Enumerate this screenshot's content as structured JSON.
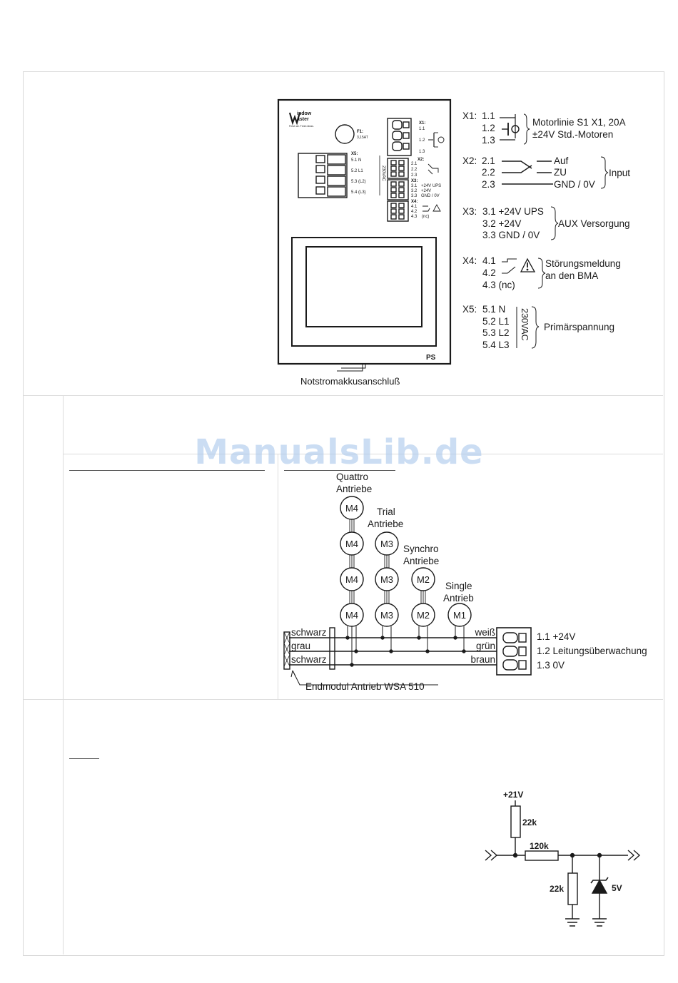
{
  "watermark": "ManualsLib.de",
  "device": {
    "logo_line1": "indow",
    "logo_line2": "aster",
    "logo_tag": "Fresh air. Fresh ideas.",
    "fuse_label": "F1:",
    "fuse_value": "3,15AT",
    "x5_label": "X5:",
    "x5_pins": [
      "5.1 N",
      "5.2 L1",
      "5.3 (L2)",
      "5.4 (L3)"
    ],
    "x5_vac": "230VAC",
    "x1_label": "X1:",
    "x1_pins": [
      "1.1",
      "1.2",
      "1.3"
    ],
    "x2_label": "X2:",
    "x2_pins": [
      "2.1",
      "2.2",
      "2.3"
    ],
    "x3_label": "X3:",
    "x3_pins": [
      "3.1",
      "3.2",
      "3.3"
    ],
    "x3_texts": [
      "+24V UPS",
      "+24V",
      "GND / 0V"
    ],
    "x4_label": "X4:",
    "x4_pins": [
      "4.1",
      "4.2",
      "4.3"
    ],
    "x4_nc": "(nc)",
    "ps": "PS",
    "battery": "Notstromakkusanschluß"
  },
  "legend": {
    "x1": {
      "label": "X1:",
      "pins": [
        "1.1",
        "1.2",
        "1.3"
      ],
      "desc1": "Motorlinie S1 X1, 20A",
      "desc2": "±24V Std.-Motoren"
    },
    "x2": {
      "label": "X2:",
      "pins": [
        "2.1",
        "2.2",
        "2.3"
      ],
      "names": [
        "Auf",
        "ZU",
        "GND / 0V"
      ],
      "group": "Input"
    },
    "x3": {
      "label": "X3:",
      "pins": [
        "3.1 +24V UPS",
        "3.2 +24V",
        "3.3 GND / 0V"
      ],
      "group": "AUX Versorgung"
    },
    "x4": {
      "label": "X4:",
      "pins": [
        "4.1",
        "4.2",
        "4.3 (nc)"
      ],
      "desc1": "Störungsmeldung",
      "desc2": "an den BMA"
    },
    "x5": {
      "label": "X5:",
      "pins": [
        "5.1 N",
        "5.2 L1",
        "5.3 L2",
        "5.4 L3"
      ],
      "vac": "230VAC",
      "group": "Primärspannung"
    }
  },
  "motors": {
    "groups": [
      {
        "name1": "Quattro",
        "name2": "Antriebe",
        "motors": [
          "M4",
          "M4",
          "M4",
          "M4"
        ]
      },
      {
        "name1": "Trial",
        "name2": "Antriebe",
        "motors": [
          "M3",
          "M3",
          "M3"
        ]
      },
      {
        "name1": "Synchro",
        "name2": "Antriebe",
        "motors": [
          "M2",
          "M2"
        ]
      },
      {
        "name1": "Single",
        "name2": "Antrieb",
        "motors": [
          "M1"
        ]
      }
    ],
    "wires_left": [
      "schwarz",
      "grau",
      "schwarz"
    ],
    "wires_right": [
      "weiß",
      "grün",
      "braun"
    ],
    "terminals": [
      "1.1 +24V",
      "1.2 Leitungsüberwachung",
      "1.3 0V"
    ],
    "end_module": "Endmodul Antrieb WSA 510"
  },
  "circuit": {
    "supply": "+21V",
    "r1": "22k",
    "r2": "120k",
    "r3": "22k",
    "zener": "5V"
  }
}
